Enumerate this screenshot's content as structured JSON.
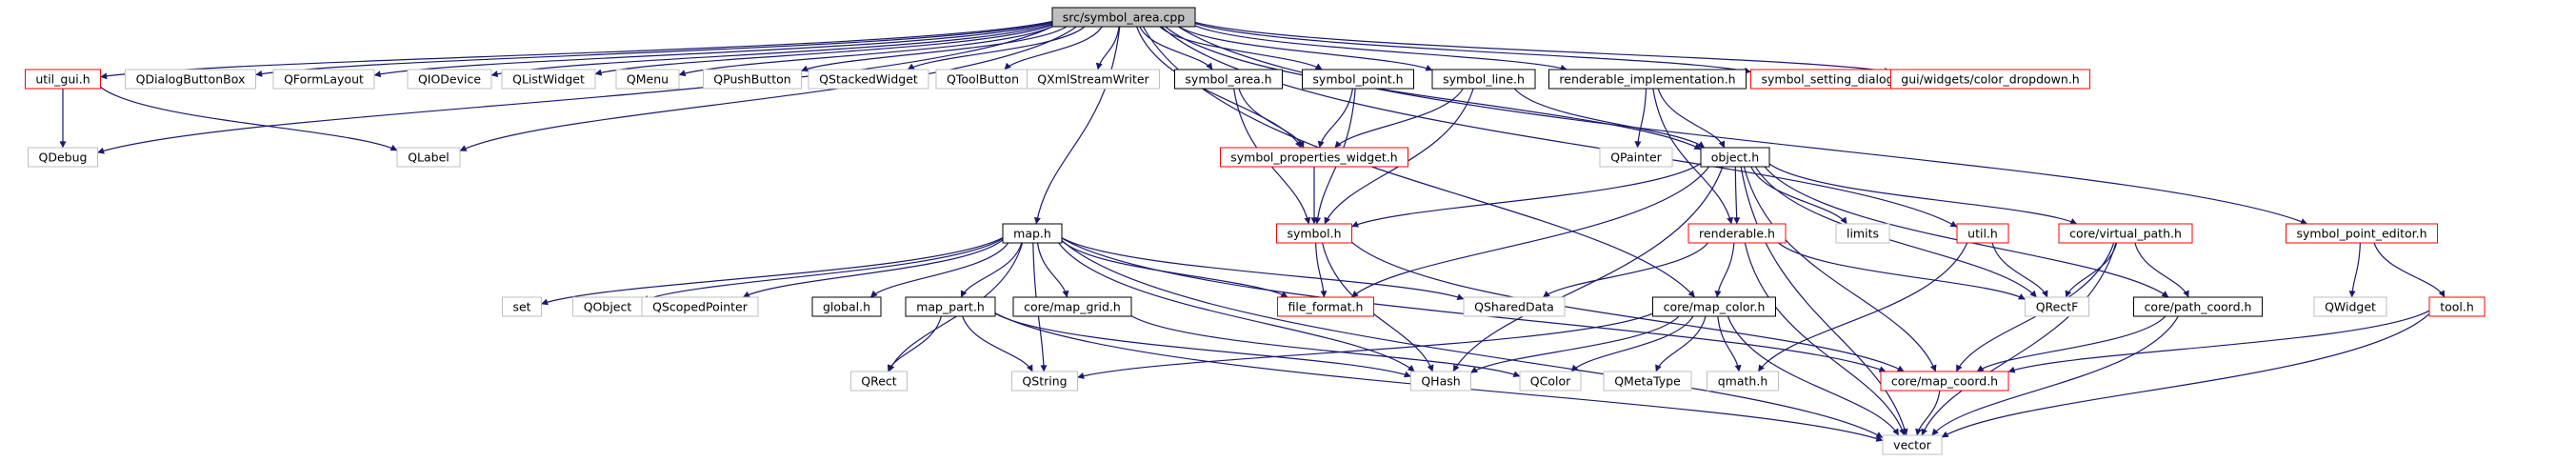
{
  "colors": {
    "edge": "#191970",
    "edge_red": "#8b1a1a",
    "border_black": "#000000",
    "border_red": "#ff0000",
    "border_gray": "#bfbfbf",
    "root_fill": "#bfbfbf",
    "node_fill": "#ffffff"
  },
  "nodes": [
    {
      "id": "root",
      "label": "src/symbol_area.cpp",
      "style": "root"
    },
    {
      "id": "util_gui",
      "label": "util_gui.h",
      "style": "red"
    },
    {
      "id": "qdialogbuttonbox",
      "label": "QDialogButtonBox",
      "style": "gray"
    },
    {
      "id": "qformlayout",
      "label": "QFormLayout",
      "style": "gray"
    },
    {
      "id": "qiodevice",
      "label": "QIODevice",
      "style": "gray"
    },
    {
      "id": "qlistwidget",
      "label": "QListWidget",
      "style": "gray"
    },
    {
      "id": "qmenu",
      "label": "QMenu",
      "style": "gray"
    },
    {
      "id": "qpushbutton",
      "label": "QPushButton",
      "style": "gray"
    },
    {
      "id": "qstackedwidget",
      "label": "QStackedWidget",
      "style": "gray"
    },
    {
      "id": "qtoolbutton",
      "label": "QToolButton",
      "style": "gray"
    },
    {
      "id": "qxmlstreamwriter",
      "label": "QXmlStreamWriter",
      "style": "gray"
    },
    {
      "id": "symbol_area",
      "label": "symbol_area.h",
      "style": "black"
    },
    {
      "id": "symbol_point",
      "label": "symbol_point.h",
      "style": "black"
    },
    {
      "id": "symbol_line",
      "label": "symbol_line.h",
      "style": "black"
    },
    {
      "id": "renderable_impl",
      "label": "renderable_implementation.h",
      "style": "black"
    },
    {
      "id": "symbol_setting_dialog",
      "label": "symbol_setting_dialog.h",
      "style": "red"
    },
    {
      "id": "color_dropdown",
      "label": "gui/widgets/color_dropdown.h",
      "style": "red"
    },
    {
      "id": "qdebug",
      "label": "QDebug",
      "style": "gray"
    },
    {
      "id": "qlabel",
      "label": "QLabel",
      "style": "gray"
    },
    {
      "id": "symbol_properties_widget",
      "label": "symbol_properties_widget.h",
      "style": "red"
    },
    {
      "id": "qpainter",
      "label": "QPainter",
      "style": "gray"
    },
    {
      "id": "object",
      "label": "object.h",
      "style": "black"
    },
    {
      "id": "symbol",
      "label": "symbol.h",
      "style": "red"
    },
    {
      "id": "renderable",
      "label": "renderable.h",
      "style": "red"
    },
    {
      "id": "limits",
      "label": "limits",
      "style": "gray"
    },
    {
      "id": "util",
      "label": "util.h",
      "style": "red"
    },
    {
      "id": "virtual_path",
      "label": "core/virtual_path.h",
      "style": "red"
    },
    {
      "id": "symbol_point_editor",
      "label": "symbol_point_editor.h",
      "style": "red"
    },
    {
      "id": "map",
      "label": "map.h",
      "style": "black"
    },
    {
      "id": "set",
      "label": "set",
      "style": "gray"
    },
    {
      "id": "qobject",
      "label": "QObject",
      "style": "gray"
    },
    {
      "id": "qscopedpointer",
      "label": "QScopedPointer",
      "style": "gray"
    },
    {
      "id": "global",
      "label": "global.h",
      "style": "black"
    },
    {
      "id": "map_part",
      "label": "map_part.h",
      "style": "black"
    },
    {
      "id": "map_grid",
      "label": "core/map_grid.h",
      "style": "black"
    },
    {
      "id": "file_format",
      "label": "file_format.h",
      "style": "red"
    },
    {
      "id": "qshareddata",
      "label": "QSharedData",
      "style": "gray"
    },
    {
      "id": "map_color",
      "label": "core/map_color.h",
      "style": "black"
    },
    {
      "id": "qrectf",
      "label": "QRectF",
      "style": "gray"
    },
    {
      "id": "path_coord",
      "label": "core/path_coord.h",
      "style": "black"
    },
    {
      "id": "qwidget",
      "label": "QWidget",
      "style": "gray"
    },
    {
      "id": "tool",
      "label": "tool.h",
      "style": "red"
    },
    {
      "id": "qrect",
      "label": "QRect",
      "style": "gray"
    },
    {
      "id": "qstring",
      "label": "QString",
      "style": "gray"
    },
    {
      "id": "qhash",
      "label": "QHash",
      "style": "gray"
    },
    {
      "id": "qcolor",
      "label": "QColor",
      "style": "gray"
    },
    {
      "id": "qmetatype",
      "label": "QMetaType",
      "style": "gray"
    },
    {
      "id": "qmath",
      "label": "qmath.h",
      "style": "gray"
    },
    {
      "id": "map_coord",
      "label": "core/map_coord.h",
      "style": "red"
    },
    {
      "id": "vector",
      "label": "vector",
      "style": "gray"
    }
  ],
  "edges": [
    [
      "root",
      "util_gui"
    ],
    [
      "root",
      "qdialogbuttonbox"
    ],
    [
      "root",
      "qformlayout"
    ],
    [
      "root",
      "qiodevice"
    ],
    [
      "root",
      "qlistwidget"
    ],
    [
      "root",
      "qmenu"
    ],
    [
      "root",
      "qpushbutton"
    ],
    [
      "root",
      "qstackedwidget"
    ],
    [
      "root",
      "qtoolbutton"
    ],
    [
      "root",
      "qxmlstreamwriter"
    ],
    [
      "root",
      "symbol_area"
    ],
    [
      "root",
      "symbol_point"
    ],
    [
      "root",
      "symbol_line"
    ],
    [
      "root",
      "renderable_impl"
    ],
    [
      "root",
      "symbol_setting_dialog"
    ],
    [
      "root",
      "color_dropdown"
    ],
    [
      "root",
      "qdebug"
    ],
    [
      "root",
      "qlabel"
    ],
    [
      "root",
      "symbol_properties_widget"
    ],
    [
      "root",
      "object"
    ],
    [
      "root",
      "util"
    ],
    [
      "root",
      "symbol_point_editor"
    ],
    [
      "root",
      "map"
    ],
    [
      "root",
      "map_color"
    ],
    [
      "util_gui",
      "qdebug"
    ],
    [
      "util_gui",
      "qlabel"
    ],
    [
      "symbol_area",
      "symbol_properties_widget"
    ],
    [
      "symbol_area",
      "symbol"
    ],
    [
      "symbol_point",
      "symbol_properties_widget"
    ],
    [
      "symbol_point",
      "symbol"
    ],
    [
      "symbol_line",
      "symbol_properties_widget"
    ],
    [
      "symbol_line",
      "symbol"
    ],
    [
      "symbol_line",
      "object"
    ],
    [
      "renderable_impl",
      "qpainter"
    ],
    [
      "renderable_impl",
      "object"
    ],
    [
      "renderable_impl",
      "renderable"
    ],
    [
      "symbol_properties_widget",
      "symbol"
    ],
    [
      "object",
      "symbol"
    ],
    [
      "object",
      "renderable"
    ],
    [
      "object",
      "limits"
    ],
    [
      "object",
      "qrectf"
    ],
    [
      "object",
      "virtual_path"
    ],
    [
      "object",
      "path_coord"
    ],
    [
      "object",
      "map_coord"
    ],
    [
      "object",
      "vector"
    ],
    [
      "object",
      "qhash"
    ],
    [
      "object",
      "file_format"
    ],
    [
      "symbol",
      "file_format"
    ],
    [
      "symbol",
      "qhash"
    ],
    [
      "symbol",
      "map_coord"
    ],
    [
      "renderable",
      "qshareddata"
    ],
    [
      "renderable",
      "map_color"
    ],
    [
      "renderable",
      "qrectf"
    ],
    [
      "renderable",
      "vector"
    ],
    [
      "util",
      "qrectf"
    ],
    [
      "util",
      "qmath"
    ],
    [
      "virtual_path",
      "qrectf"
    ],
    [
      "virtual_path",
      "path_coord"
    ],
    [
      "virtual_path",
      "map_coord"
    ],
    [
      "virtual_path",
      "vector"
    ],
    [
      "symbol_point_editor",
      "qwidget"
    ],
    [
      "symbol_point_editor",
      "tool"
    ],
    [
      "map",
      "set"
    ],
    [
      "map",
      "qobject"
    ],
    [
      "map",
      "qscopedpointer"
    ],
    [
      "map",
      "global"
    ],
    [
      "map",
      "map_part"
    ],
    [
      "map",
      "map_grid"
    ],
    [
      "map",
      "file_format"
    ],
    [
      "map",
      "qshareddata"
    ],
    [
      "map",
      "map_coord"
    ],
    [
      "map",
      "qrect"
    ],
    [
      "map",
      "qstring"
    ],
    [
      "map",
      "qhash"
    ],
    [
      "map",
      "vector"
    ],
    [
      "map_part",
      "qrect"
    ],
    [
      "map_part",
      "qstring"
    ],
    [
      "map_part",
      "qhash"
    ],
    [
      "map_part",
      "vector"
    ],
    [
      "map_grid",
      "qcolor"
    ],
    [
      "map_color",
      "qstring"
    ],
    [
      "map_color",
      "qhash"
    ],
    [
      "map_color",
      "qcolor"
    ],
    [
      "map_color",
      "qmetatype"
    ],
    [
      "map_color",
      "qmath"
    ],
    [
      "map_color",
      "vector"
    ],
    [
      "path_coord",
      "map_coord"
    ],
    [
      "path_coord",
      "vector"
    ],
    [
      "tool",
      "map_coord"
    ],
    [
      "tool",
      "vector"
    ],
    [
      "map_coord",
      "vector"
    ]
  ]
}
